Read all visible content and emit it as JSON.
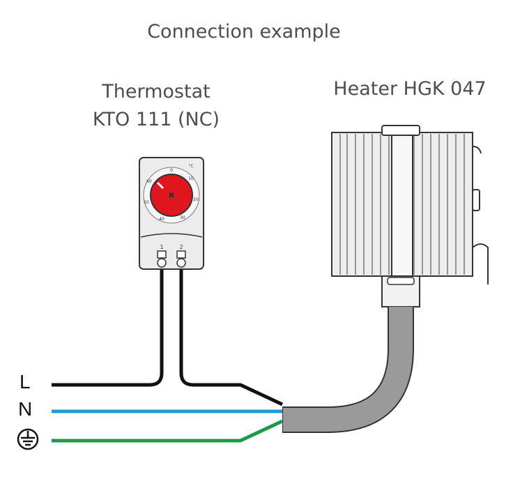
{
  "title": "Connection example",
  "thermostat": {
    "label_line1": "Thermostat",
    "label_line2": "KTO 111 (NC)",
    "unit": "°C",
    "dial_marks": [
      "0",
      "10",
      "20",
      "30",
      "40",
      "50",
      "60"
    ],
    "terminals": [
      "1",
      "2"
    ]
  },
  "heater": {
    "label": "Heater HGK 047"
  },
  "wires": {
    "L": "L",
    "N": "N",
    "earth_icon": "ground-symbol-icon"
  },
  "colors": {
    "live": "#111111",
    "neutral": "#1e9ad6",
    "earth": "#1a9a4a",
    "cable": "#9a9a9a",
    "dial": "#e0161e",
    "text": "#4d4d4d"
  }
}
